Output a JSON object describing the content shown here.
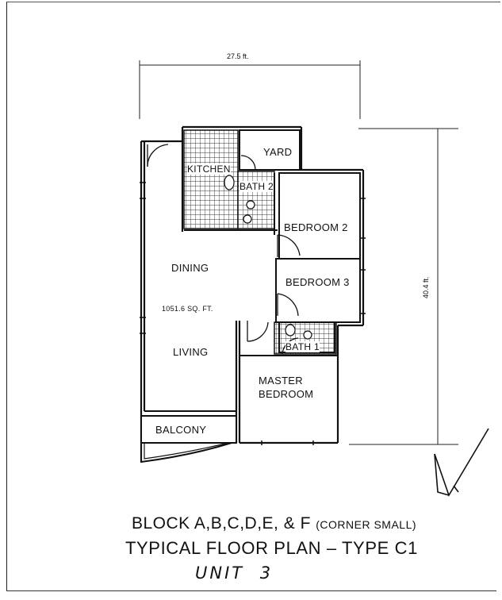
{
  "dimensions": {
    "width_label": "27.5 ft.",
    "depth_label": "40.4 ft."
  },
  "rooms": {
    "yard": "YARD",
    "kitchen": "KITCHEN",
    "bath2": "BATH 2",
    "bedroom2": "BEDROOM 2",
    "bedroom3": "BEDROOM 3",
    "dining": "DINING",
    "area": "1051.6 SQ. FT.",
    "living": "LIVING",
    "bath1": "BATH 1",
    "master_line1": "MASTER",
    "master_line2": "BEDROOM",
    "balcony": "BALCONY"
  },
  "titles": {
    "block": "BLOCK A,B,C,D,E, & F",
    "block_note": "(CORNER SMALL)",
    "plan": "TYPICAL FLOOR PLAN – TYPE C1",
    "unit_label": "UNIT",
    "unit_number": "3"
  },
  "icons": [
    "north-arrow-icon"
  ]
}
